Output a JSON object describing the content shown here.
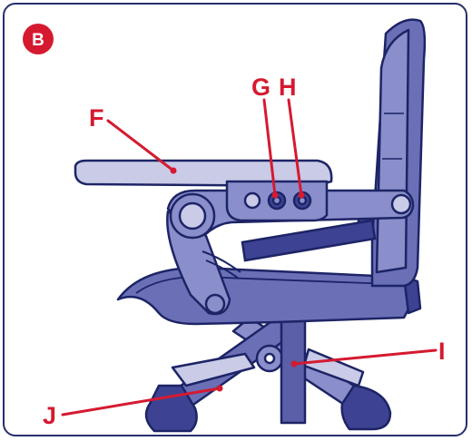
{
  "badge": {
    "label": "B",
    "color": "#d51a30"
  },
  "callouts": {
    "F": "F",
    "G": "G",
    "H": "H",
    "I": "I",
    "J": "J"
  },
  "colors": {
    "outline": "#1d2466",
    "body": "#6a6fb6",
    "body_light": "#8a8fcb",
    "tray": "#c9cbe7",
    "dark": "#3d4392",
    "leader": "#d51a30"
  }
}
